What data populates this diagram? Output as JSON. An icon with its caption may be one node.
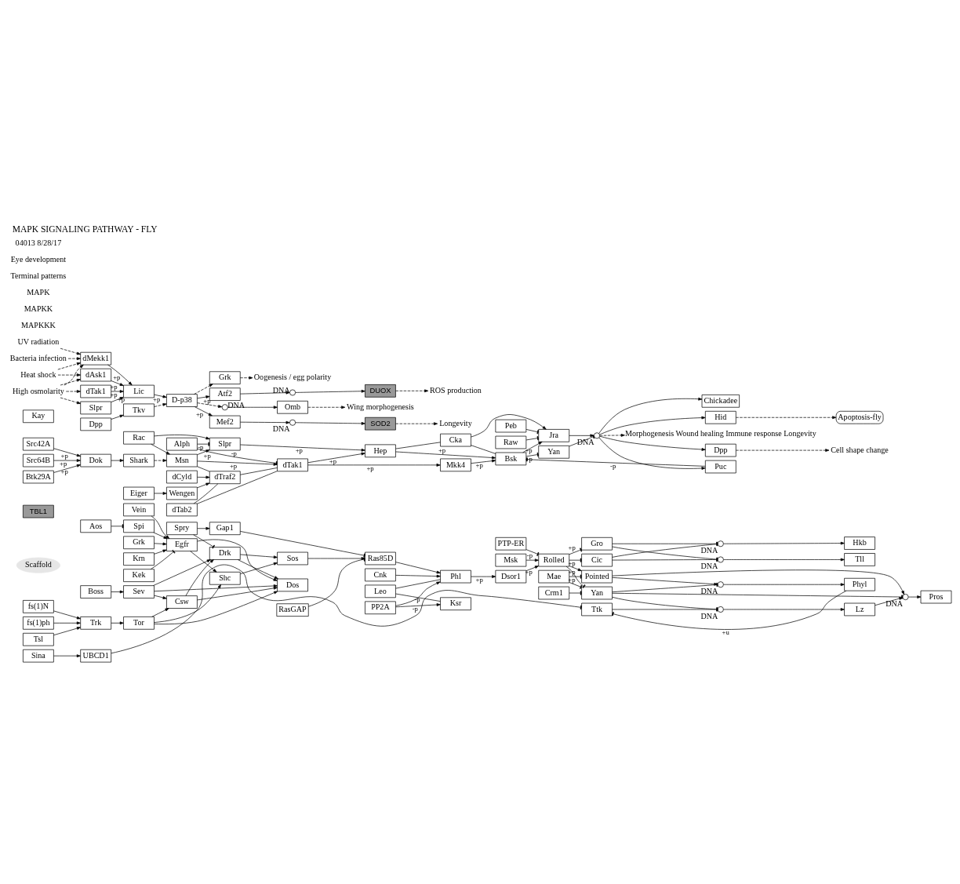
{
  "diagram": {
    "title": "MAPK SIGNALING PATHWAY - FLY",
    "nodes": [
      {
        "text": [
          "Tsl"
        ]
      },
      {
        "text": [
          "fs(1)N"
        ]
      },
      {
        "text": [
          "fs(1)ph"
        ]
      },
      {
        "text": [
          "Trk"
        ]
      },
      {
        "text": [
          "Tor"
        ]
      },
      {
        "text": [
          "Vein"
        ]
      },
      {
        "text": [
          "Aos"
        ]
      },
      {
        "text": [
          "Spi"
        ]
      },
      {
        "text": [
          "Grk"
        ]
      },
      {
        "text": [
          "Krn"
        ]
      },
      {
        "text": [
          "Kek"
        ]
      },
      {
        "text": [
          "Egfr"
        ]
      },
      {
        "text": [
          "Boss"
        ]
      },
      {
        "text": [
          "Sev"
        ]
      },
      {
        "text": [
          "Shc"
        ]
      },
      {
        "text": [
          "Drk"
        ]
      },
      {
        "text": [
          "Dos"
        ]
      },
      {
        "text": [
          "Csw"
        ]
      },
      {
        "text": [
          "Sos"
        ]
      },
      {
        "text": [
          "Spry"
        ]
      },
      {
        "text": [
          "RasGAP"
        ]
      },
      {
        "text": [
          "Ras85D"
        ]
      },
      {
        "text": [
          "Gap1"
        ]
      },
      {
        "text": [
          "Leo"
        ]
      },
      {
        "text": [
          "Scaffold"
        ]
      },
      {
        "text": [
          "Ksr"
        ]
      },
      {
        "text": [
          "Phl"
        ]
      },
      {
        "text": [
          "PP2A"
        ]
      },
      {
        "text": [
          "Cnk"
        ]
      },
      {
        "text": [
          "Dsor1"
        ]
      },
      {
        "text": [
          "Rolled"
        ]
      },
      {
        "text": [
          "PTP-ER"
        ]
      },
      {
        "text": [
          "Msk"
        ]
      },
      {
        "text": [
          "Cic"
        ]
      },
      {
        "text": [
          "Gro"
        ]
      },
      {
        "text": [],
        "shape": "circle",
        "beside": [
          "DNA"
        ]
      },
      {
        "text": [],
        "shape": "circle",
        "beside": [
          "DNA"
        ]
      },
      {
        "text": [
          "Tll"
        ]
      },
      {
        "text": [
          "Hkb"
        ]
      },
      {
        "text": [
          "Pointed"
        ]
      },
      {
        "text": [
          "Mae"
        ]
      },
      {
        "text": [
          "Yan"
        ]
      },
      {
        "text": [
          "Crm1"
        ]
      },
      {
        "text": [],
        "shape": "circle",
        "beside": [
          "DNA"
        ]
      },
      {
        "text": [
          "Pros"
        ]
      },
      {
        "text": [
          "Ttk"
        ]
      },
      {
        "text": [],
        "shape": "circle",
        "beside": [
          "DNA"
        ]
      },
      {
        "text": [
          "Lz"
        ]
      },
      {
        "text": [],
        "shape": "circle",
        "beside": [
          "DNA"
        ]
      },
      {
        "text": [
          "Phyl"
        ]
      },
      {
        "text": [
          "Sina"
        ]
      },
      {
        "text": [
          "TBL1"
        ]
      },
      {
        "text": [
          "UBCD1"
        ]
      },
      {
        "text": [
          "Src42A"
        ]
      },
      {
        "text": [
          "Src64B"
        ]
      },
      {
        "text": [
          "Btk29A"
        ]
      },
      {
        "text": [
          "Dok"
        ]
      },
      {
        "text": [
          "Shark"
        ]
      },
      {
        "text": [
          "Rac"
        ]
      },
      {
        "text": [
          "Msn"
        ]
      },
      {
        "text": [
          "Slpr"
        ]
      },
      {
        "text": [
          "Alph"
        ]
      },
      {
        "text": [
          "Hep"
        ]
      },
      {
        "text": [
          "Cka"
        ]
      },
      {
        "text": [
          "Bsk"
        ]
      },
      {
        "text": [
          "Eiger"
        ]
      },
      {
        "text": [
          "Wengen"
        ]
      },
      {
        "text": [
          "dTraf2"
        ]
      },
      {
        "text": [
          "dTak1"
        ]
      },
      {
        "text": [
          "Mkk4"
        ]
      },
      {
        "text": [
          "dCyld"
        ]
      },
      {
        "text": [
          "dTab2"
        ]
      },
      {
        "text": [
          "Peb"
        ]
      },
      {
        "text": [
          "Raw"
        ]
      },
      {
        "text": [
          "Jra"
        ]
      },
      {
        "text": [
          "Kay"
        ]
      },
      {
        "text": [
          "Yan"
        ]
      },
      {
        "text": [],
        "shape": "circle",
        "beside": [
          "DNA"
        ]
      },
      {
        "text": [
          "Dpp"
        ]
      },
      {
        "text": [
          "Chickadee"
        ]
      },
      {
        "text": [
          "Puc"
        ]
      },
      {
        "text": [
          "Hid"
        ]
      },
      {
        "text": [
          "Cell shape change"
        ]
      },
      {
        "text": [
          "Morphogenesis Wound healing Immune response Longevity"
        ]
      },
      {
        "text": [
          "Apoptosis-fly"
        ]
      },
      {
        "text": [
          "Oogenesis / egg polarity"
        ]
      },
      {
        "text": [
          "Grk"
        ]
      },
      {
        "text": [
          "UV radiation"
        ]
      },
      {
        "text": [
          "Bacteria infection"
        ]
      },
      {
        "text": [
          "Heat shock"
        ]
      },
      {
        "text": [
          "High osmolarity"
        ]
      },
      {
        "text": [
          "dMekk1"
        ]
      },
      {
        "text": [
          "dAsk1"
        ]
      },
      {
        "text": [
          "dTak1"
        ]
      },
      {
        "text": [
          "Slpr"
        ]
      },
      {
        "text": [
          "Lic"
        ]
      },
      {
        "text": [
          "D-p38"
        ]
      },
      {
        "text": [
          "Dpp"
        ]
      },
      {
        "text": [
          "Tkv"
        ]
      },
      {
        "text": [
          "Atf2"
        ]
      },
      {
        "text": [],
        "shape": "circle",
        "beside": [
          "DNA"
        ]
      },
      {
        "text": [
          "DUOX"
        ]
      },
      {
        "text": [
          "ROS production"
        ]
      },
      {
        "text": [],
        "shape": "circle",
        "beside": [
          "DNA"
        ]
      },
      {
        "text": [
          "Omb"
        ]
      },
      {
        "text": [
          "Wing morphogenesis"
        ]
      },
      {
        "text": [
          "Mef2"
        ]
      },
      {
        "text": [],
        "shape": "circle",
        "beside": [
          "DNA"
        ]
      },
      {
        "text": [
          "SOD2"
        ]
      },
      {
        "text": [
          "Longevity"
        ]
      }
    ],
    "edges": [
      {
        "from": 0,
        "to": 3,
        "arrow": "to"
      },
      {
        "from": 1,
        "to": 3,
        "arrow": "to"
      },
      {
        "from": 2,
        "to": 3,
        "arrow": "to"
      },
      {
        "from": 3,
        "to": 4,
        "arrow": "to"
      },
      {
        "from": 4,
        "to": 14,
        "arrow": "to"
      },
      {
        "from": 4,
        "to": 16,
        "arrow": "to"
      },
      {
        "from": 4,
        "to": 17,
        "arrow": "to"
      },
      {
        "from": 5,
        "to": 11,
        "arrow": "to"
      },
      {
        "from": 6,
        "to": 7,
        "arrow": "other"
      },
      {
        "from": 7,
        "to": 11,
        "arrow": "to"
      },
      {
        "from": 8,
        "to": 11,
        "arrow": "to"
      },
      {
        "from": 9,
        "to": 11,
        "arrow": "to"
      },
      {
        "from": 10,
        "to": 11,
        "arrow": "other"
      },
      {
        "from": 11,
        "to": 14,
        "arrow": "to"
      },
      {
        "from": 11,
        "to": 16,
        "arrow": "to"
      },
      {
        "from": 12,
        "to": 13,
        "arrow": "to"
      },
      {
        "from": 13,
        "to": 15,
        "arrow": "to"
      },
      {
        "from": 13,
        "to": 16,
        "arrow": "to"
      },
      {
        "from": 13,
        "to": 17,
        "arrow": "to"
      },
      {
        "from": 17,
        "to": 15,
        "arrow": "to"
      },
      {
        "from": 17,
        "to": 16,
        "arrow": "to"
      },
      {
        "from": 15,
        "to": 16,
        "arrow": "to"
      },
      {
        "from": 14,
        "to": 18,
        "arrow": "to"
      },
      {
        "from": 15,
        "to": 18,
        "arrow": "to"
      },
      {
        "from": 19,
        "to": 15,
        "arrow": "other"
      },
      {
        "from": 19,
        "to": 22,
        "arrow": "to"
      },
      {
        "from": 18,
        "to": 21,
        "arrow": "to"
      },
      {
        "from": 20,
        "to": 21,
        "arrow": "other"
      },
      {
        "from": 22,
        "to": 21,
        "arrow": "other"
      },
      {
        "from": 21,
        "to": 26,
        "arrow": "to"
      },
      {
        "from": 23,
        "to": 26,
        "arrow": "none"
      },
      {
        "from": 23,
        "to": 25,
        "arrow": "none"
      },
      {
        "from": 27,
        "to": 25,
        "arrow": "to",
        "label": "-p"
      },
      {
        "from": 27,
        "to": 26,
        "arrow": "to",
        "label": "-p"
      },
      {
        "from": 28,
        "to": 26,
        "arrow": "to"
      },
      {
        "from": 26,
        "to": 29,
        "arrow": "to",
        "label": "+p"
      },
      {
        "from": 29,
        "to": 30,
        "arrow": "to",
        "label": "+p"
      },
      {
        "from": 31,
        "to": 30,
        "arrow": "other",
        "label": "-p"
      },
      {
        "from": 32,
        "to": 30,
        "arrow": "to"
      },
      {
        "from": 30,
        "to": 33,
        "arrow": "other",
        "label": "+p"
      },
      {
        "from": 30,
        "to": 34,
        "arrow": "other",
        "label": "+p"
      },
      {
        "from": 30,
        "to": 39,
        "arrow": "to",
        "label": "+p"
      },
      {
        "from": 30,
        "to": 41,
        "arrow": "other",
        "label": "+p"
      },
      {
        "from": 33,
        "to": 35,
        "arrow": "other"
      },
      {
        "from": 33,
        "to": 36,
        "arrow": "other"
      },
      {
        "from": 34,
        "to": 35,
        "arrow": "other"
      },
      {
        "from": 34,
        "to": 36,
        "arrow": "other"
      },
      {
        "from": 35,
        "to": 37,
        "arrow": "to"
      },
      {
        "from": 36,
        "to": 38,
        "arrow": "to"
      },
      {
        "from": 39,
        "to": 43,
        "arrow": "to"
      },
      {
        "from": 39,
        "to": 48,
        "arrow": "to"
      },
      {
        "from": 40,
        "to": 39,
        "arrow": "other"
      },
      {
        "from": 40,
        "to": 41,
        "arrow": "other"
      },
      {
        "from": 42,
        "to": 41,
        "arrow": "other"
      },
      {
        "from": 41,
        "to": 43,
        "arrow": "other"
      },
      {
        "from": 41,
        "to": 46,
        "arrow": "other"
      },
      {
        "from": 41,
        "to": 48,
        "arrow": "other"
      },
      {
        "from": 43,
        "to": 44,
        "arrow": "to"
      },
      {
        "from": 45,
        "to": 46,
        "arrow": "other"
      },
      {
        "from": 46,
        "to": 47,
        "arrow": "to"
      },
      {
        "from": 47,
        "to": 43,
        "arrow": "to"
      },
      {
        "from": 48,
        "to": 49,
        "arrow": "to"
      },
      {
        "from": 49,
        "to": 45,
        "arrow": "other",
        "label": "+u"
      },
      {
        "from": 52,
        "to": 45,
        "arrow": "other"
      },
      {
        "from": 50,
        "to": 52,
        "arrow": "to"
      },
      {
        "from": 53,
        "to": 56,
        "arrow": "to",
        "label": "+p"
      },
      {
        "from": 54,
        "to": 56,
        "arrow": "to",
        "label": "+p"
      },
      {
        "from": 55,
        "to": 56,
        "arrow": "to",
        "label": "+p"
      },
      {
        "from": 56,
        "to": 57,
        "arrow": "to"
      },
      {
        "from": 57,
        "to": 59,
        "arrow": "to",
        "style": "dashed"
      },
      {
        "from": 58,
        "to": 59,
        "arrow": "to"
      },
      {
        "from": 58,
        "to": 60,
        "arrow": "to"
      },
      {
        "from": 59,
        "to": 60,
        "arrow": "to",
        "label": "+p"
      },
      {
        "from": 59,
        "to": 68,
        "arrow": "to",
        "label": "+p"
      },
      {
        "from": 59,
        "to": 67,
        "arrow": "none"
      },
      {
        "from": 65,
        "to": 66,
        "arrow": "to"
      },
      {
        "from": 66,
        "to": 67,
        "arrow": "to"
      },
      {
        "from": 70,
        "to": 67,
        "arrow": "to"
      },
      {
        "from": 71,
        "to": 67,
        "arrow": "none"
      },
      {
        "from": 71,
        "to": 68,
        "arrow": "none"
      },
      {
        "from": 67,
        "to": 68,
        "arrow": "none"
      },
      {
        "from": 61,
        "to": 60,
        "arrow": "other",
        "label": "-p"
      },
      {
        "from": 61,
        "to": 68,
        "arrow": "other",
        "label": "-p"
      },
      {
        "from": 60,
        "to": 62,
        "arrow": "to",
        "label": "+p"
      },
      {
        "from": 68,
        "to": 62,
        "arrow": "to",
        "label": "+p"
      },
      {
        "from": 68,
        "to": 69,
        "arrow": "to",
        "label": "+p"
      },
      {
        "from": 62,
        "to": 64,
        "arrow": "to",
        "label": "+p"
      },
      {
        "from": 69,
        "to": 64,
        "arrow": "to",
        "label": "+p"
      },
      {
        "from": 62,
        "to": 63,
        "arrow": "none"
      },
      {
        "from": 63,
        "to": 64,
        "arrow": "none"
      },
      {
        "from": 63,
        "to": 74,
        "arrow": "to"
      },
      {
        "from": 72,
        "to": 74,
        "arrow": "other"
      },
      {
        "from": 73,
        "to": 74,
        "arrow": "other"
      },
      {
        "from": 64,
        "to": 74,
        "arrow": "to",
        "label": "+p"
      },
      {
        "from": 64,
        "to": 76,
        "arrow": "other",
        "label": "+p"
      },
      {
        "from": 80,
        "to": 64,
        "arrow": "other",
        "label": "-p"
      },
      {
        "from": 74,
        "to": 77,
        "arrow": "to"
      },
      {
        "from": 76,
        "to": 77,
        "arrow": "other"
      },
      {
        "from": 77,
        "to": 78,
        "arrow": "to"
      },
      {
        "from": 77,
        "to": 79,
        "arrow": "to"
      },
      {
        "from": 77,
        "to": 80,
        "arrow": "to"
      },
      {
        "from": 77,
        "to": 81,
        "arrow": "to"
      },
      {
        "from": 77,
        "to": 83,
        "arrow": "to",
        "style": "dashed"
      },
      {
        "from": 78,
        "to": 82,
        "arrow": "to",
        "style": "dashed"
      },
      {
        "from": 81,
        "to": 84,
        "arrow": "to",
        "style": "dashed"
      },
      {
        "from": 87,
        "to": 91,
        "arrow": "to",
        "style": "dashed"
      },
      {
        "from": 88,
        "to": 91,
        "arrow": "to",
        "style": "dashed"
      },
      {
        "from": 89,
        "to": 91,
        "arrow": "to",
        "style": "dashed"
      },
      {
        "from": 89,
        "to": 92,
        "arrow": "to",
        "style": "dashed"
      },
      {
        "from": 90,
        "to": 91,
        "arrow": "to",
        "style": "dashed"
      },
      {
        "from": 90,
        "to": 92,
        "arrow": "to",
        "style": "dashed"
      },
      {
        "from": 90,
        "to": 93,
        "arrow": "to",
        "style": "dashed"
      },
      {
        "from": 90,
        "to": 94,
        "arrow": "to",
        "style": "dashed"
      },
      {
        "from": 91,
        "to": 95,
        "arrow": "to",
        "label": "+p"
      },
      {
        "from": 92,
        "to": 95,
        "arrow": "to",
        "label": "+p"
      },
      {
        "from": 93,
        "to": 95,
        "arrow": "to",
        "label": "+p"
      },
      {
        "from": 94,
        "to": 95,
        "arrow": "to",
        "label": "+p"
      },
      {
        "from": 95,
        "to": 96,
        "arrow": "to",
        "label": "+p"
      },
      {
        "from": 97,
        "to": 98,
        "arrow": "to"
      },
      {
        "from": 98,
        "to": 96,
        "arrow": "to",
        "style": "dashed"
      },
      {
        "from": 96,
        "to": 86,
        "arrow": "to",
        "style": "dashed"
      },
      {
        "from": 86,
        "to": 85,
        "arrow": "to",
        "style": "dashed"
      },
      {
        "from": 96,
        "to": 99,
        "arrow": "to",
        "label": "+p"
      },
      {
        "from": 96,
        "to": 103,
        "arrow": "to",
        "style": "dashed"
      },
      {
        "from": 96,
        "to": 106,
        "arrow": "to",
        "label": "+p"
      },
      {
        "from": 99,
        "to": 100,
        "arrow": "to"
      },
      {
        "from": 100,
        "to": 101,
        "arrow": "to"
      },
      {
        "from": 101,
        "to": 102,
        "arrow": "to",
        "style": "dashed"
      },
      {
        "from": 103,
        "to": 104,
        "arrow": "to"
      },
      {
        "from": 104,
        "to": 105,
        "arrow": "to",
        "style": "dashed"
      },
      {
        "from": 106,
        "to": 107,
        "arrow": "to"
      },
      {
        "from": 107,
        "to": 108,
        "arrow": "to"
      },
      {
        "from": 108,
        "to": 109,
        "arrow": "to",
        "style": "dashed"
      }
    ],
    "labels": [
      "MAPKKK",
      "MAPKK",
      "MAPK",
      "Terminal patterns",
      "Eye development",
      "04013 8/28/17"
    ]
  }
}
